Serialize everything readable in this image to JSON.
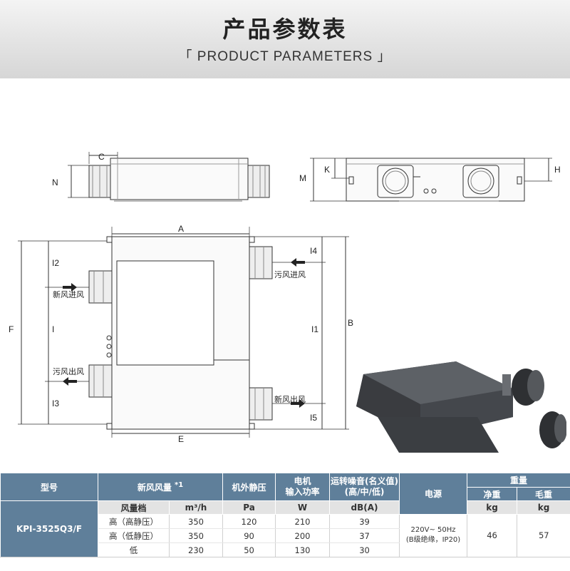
{
  "header": {
    "title": "产品参数表",
    "subtitle": "「 PRODUCT  PARAMETERS 」"
  },
  "drawing": {
    "top_labels": [
      "C",
      "N",
      "M",
      "K",
      "H"
    ],
    "plan_labels": {
      "A": "A",
      "B": "B",
      "E": "E",
      "F": "F",
      "I": "I",
      "I1": "I1",
      "I2": "I2",
      "I3": "I3",
      "I4": "I4",
      "I5": "I5"
    },
    "airflow": {
      "fresh_in": "新风进风",
      "exhaust_out": "污风出风",
      "exhaust_in": "污风进风",
      "fresh_out": "新风出风"
    }
  },
  "table": {
    "headers": {
      "model": "型号",
      "airflow": "新风风量",
      "airflow_note": "*1",
      "static_pressure": "机外静压",
      "motor_power": "电机\n输入功率",
      "noise": "运转噪音(名义值)\n(高/中/低)",
      "power_supply": "电源",
      "weight": "重量",
      "net_weight": "净重",
      "gross_weight": "毛重"
    },
    "units": {
      "speed": "风量档",
      "airflow": "m³/h",
      "pressure": "Pa",
      "power": "W",
      "noise": "dB(A)",
      "net": "kg",
      "gross": "kg"
    },
    "model": "KPI-3525Q3/F",
    "power_supply": [
      "220V~ 50Hz",
      "(B级绝缘，IP20)"
    ],
    "net_weight": "46",
    "gross_weight": "57",
    "rows": [
      {
        "speed": "高（高静压）",
        "airflow": "350",
        "pressure": "120",
        "power": "210",
        "noise": "39"
      },
      {
        "speed": "高（低静压）",
        "airflow": "350",
        "pressure": "90",
        "power": "200",
        "noise": "37"
      },
      {
        "speed": "低",
        "airflow": "230",
        "pressure": "50",
        "power": "130",
        "noise": "30"
      }
    ]
  }
}
